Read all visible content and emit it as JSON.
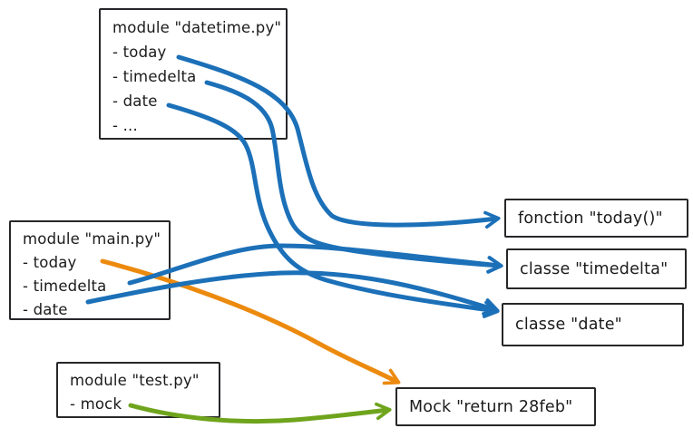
{
  "colors": {
    "blue": "#1c70b8",
    "orange": "#ec8a0e",
    "green": "#6fa41d",
    "border": "#27272a",
    "text": "#1b1b1b",
    "background": "#ffffff"
  },
  "boxes": {
    "datetime_module": {
      "title": "module \"datetime.py\"",
      "items": [
        "- today",
        "- timedelta",
        "- date",
        "- ..."
      ]
    },
    "main_module": {
      "title": "module \"main.py\"",
      "items": [
        "- today",
        "- timedelta",
        "- date"
      ]
    },
    "test_module": {
      "title": "module \"test.py\"",
      "items": [
        "- mock"
      ]
    },
    "function_today": {
      "label": "fonction \"today()\""
    },
    "class_timedelta": {
      "label": "classe \"timedelta\""
    },
    "class_date": {
      "label": "classe \"date\""
    },
    "mock_return": {
      "label": "Mock \"return 28feb\""
    }
  },
  "arrows": [
    {
      "id": "main-today-to-mock",
      "color": "orange",
      "from": "main.py: today",
      "to": "Mock \"return 28feb\""
    },
    {
      "id": "datetime-today-to-function",
      "color": "blue",
      "from": "datetime.py: today",
      "to": "fonction \"today()\""
    },
    {
      "id": "datetime-timedelta-to-class-timedelta",
      "color": "blue",
      "from": "datetime.py: timedelta",
      "to": "classe \"timedelta\""
    },
    {
      "id": "datetime-date-to-class-date",
      "color": "blue",
      "from": "datetime.py: date",
      "to": "classe \"date\""
    },
    {
      "id": "main-timedelta-to-class-timedelta",
      "color": "blue",
      "from": "main.py: timedelta",
      "to": "classe \"timedelta\""
    },
    {
      "id": "main-date-to-class-date",
      "color": "blue",
      "from": "main.py: date",
      "to": "classe \"date\""
    },
    {
      "id": "test-mock-to-mock",
      "color": "green",
      "from": "test.py: mock",
      "to": "Mock \"return 28feb\""
    }
  ]
}
